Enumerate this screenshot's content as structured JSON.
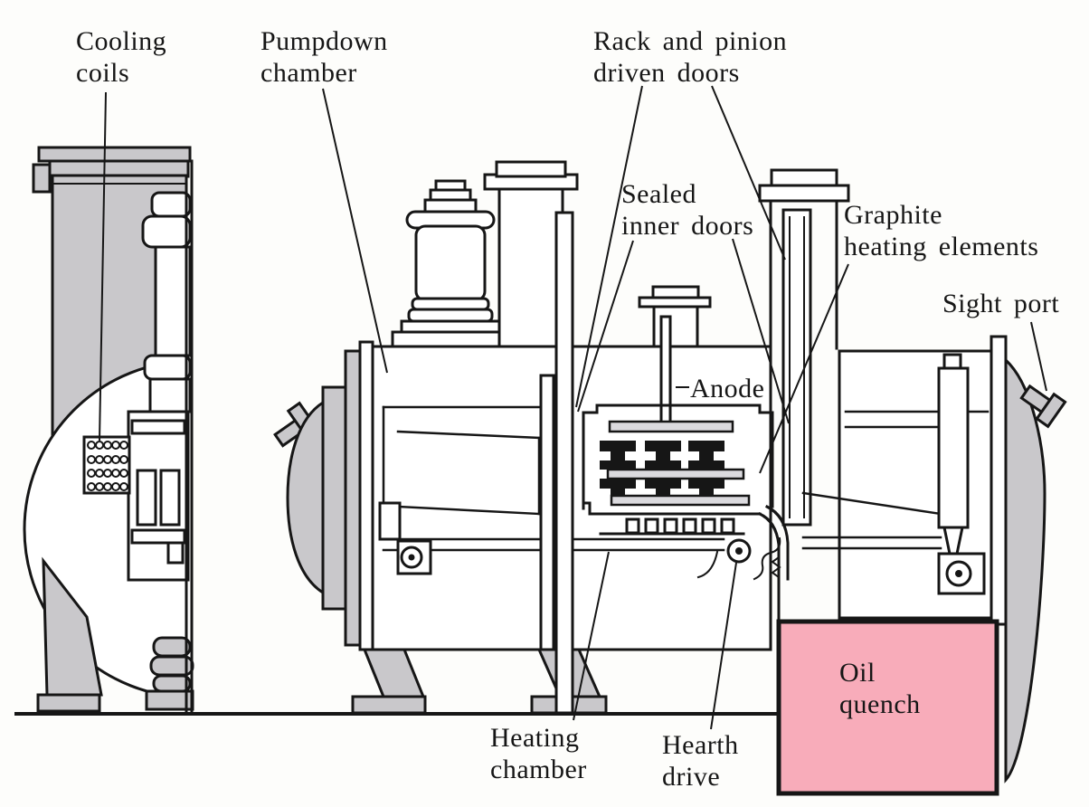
{
  "figure": {
    "title": "Vacuum furnace with oil quench (cutaway diagram)",
    "colors": {
      "line": "#161616",
      "metal_gray": "#c9c8cb",
      "light_gray": "#dbdade",
      "oil_quench_pink": "#f8acba",
      "paper": "#fdfdfb"
    },
    "labels": {
      "cooling_coils": {
        "text": "Cooling\ncoils"
      },
      "pumpdown_chamber": {
        "text": "Pumpdown\nchamber"
      },
      "rack_and_pinion": {
        "text": "Rack and pinion\ndriven doors"
      },
      "sealed_inner_doors": {
        "text": "Sealed\ninner doors"
      },
      "graphite_heating_elements": {
        "text": "Graphite\nheating elements"
      },
      "sight_port": {
        "text": "Sight port"
      },
      "anode": {
        "text": "Anode"
      },
      "heating_chamber": {
        "text": "Heating\nchamber"
      },
      "hearth_drive": {
        "text": "Hearth\ndrive"
      },
      "oil_quench": {
        "text": "Oil\nquench"
      }
    }
  }
}
